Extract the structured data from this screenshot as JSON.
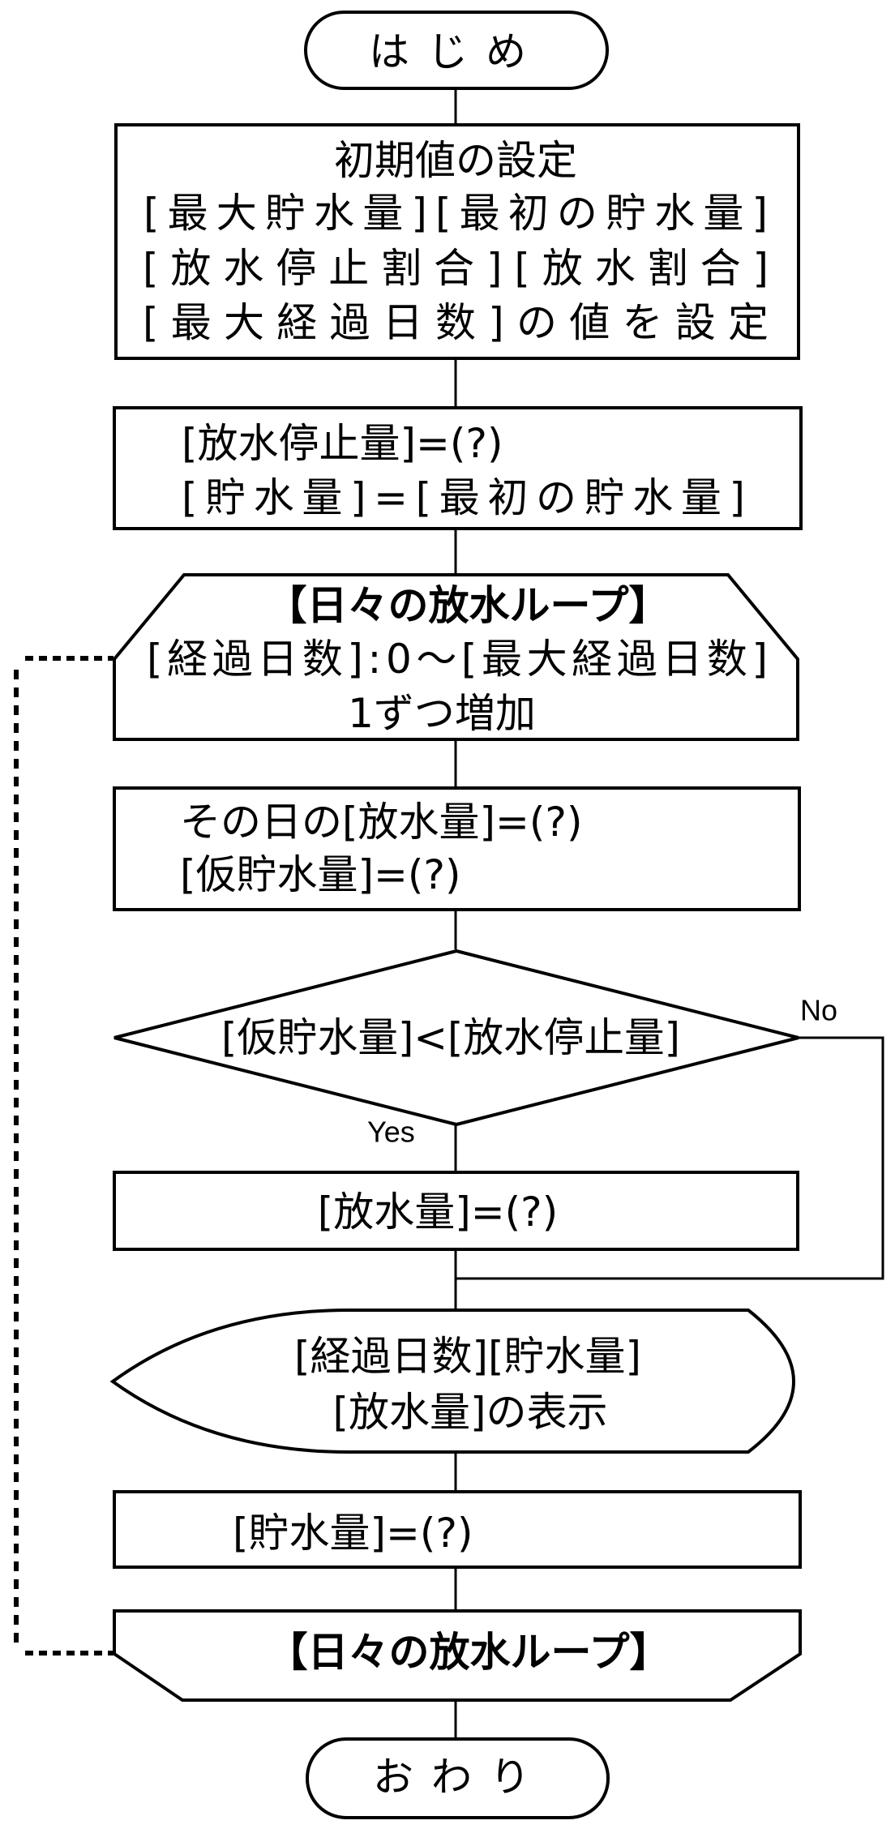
{
  "flowchart": {
    "start": {
      "label": "はじめ"
    },
    "init_box": {
      "lines": [
        "初期値の設定",
        "[最大貯水量][最初の貯水量]",
        "[放水停止割合][放水割合]",
        "[最大経過日数]の値を設定"
      ]
    },
    "assign_box": {
      "lines": [
        "[放水停止量]=(?)",
        "[貯水量]=[最初の貯水量]"
      ]
    },
    "loop_start": {
      "lines": [
        "【日々の放水ループ】",
        "[経過日数]:0～[最大経過日数]",
        "1ずつ増加"
      ]
    },
    "daily_box": {
      "lines": [
        "その日の[放水量]=(?)",
        "[仮貯水量]=(?)"
      ]
    },
    "decision": {
      "condition": "[仮貯水量]<[放水停止量]",
      "yes_label": "Yes",
      "no_label": "No"
    },
    "yes_box": {
      "lines": [
        "[放水量]=(?)"
      ]
    },
    "display": {
      "lines": [
        "[経過日数][貯水量]",
        "[放水量]の表示"
      ]
    },
    "update_box": {
      "lines": [
        "[貯水量]=(?)"
      ]
    },
    "loop_end": {
      "label": "【日々の放水ループ】"
    },
    "end": {
      "label": "おわり"
    }
  }
}
